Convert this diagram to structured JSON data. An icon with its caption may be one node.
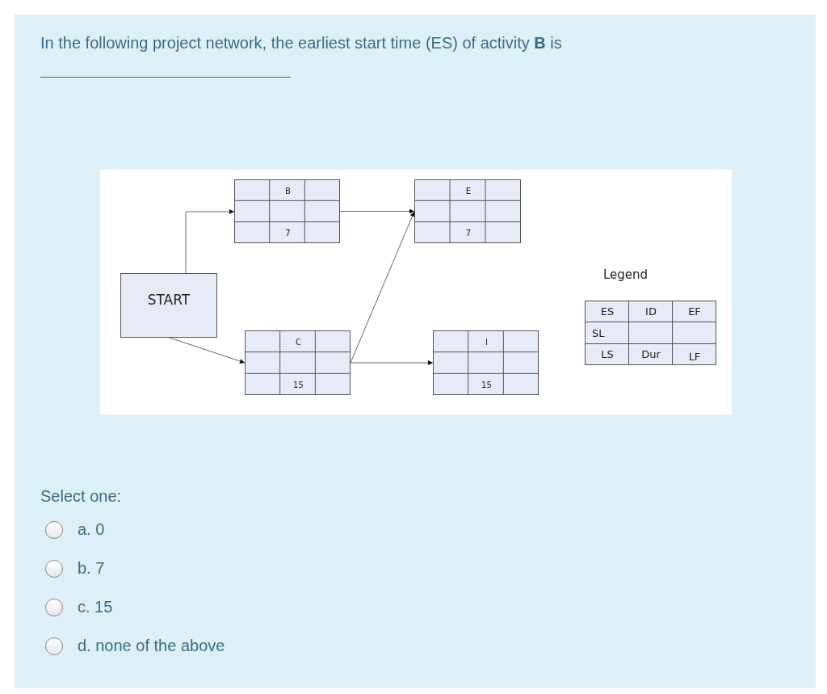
{
  "diagram": {
    "title": "In the following project network, the earliest start time (ES) of activity **B** is",
    "nodes": [
      {
        "text": [
          "START"
        ]
      },
      {
        "text": [
          "B",
          "7"
        ]
      },
      {
        "text": [
          "E",
          "7"
        ]
      },
      {
        "text": [
          "C",
          "15"
        ]
      },
      {
        "text": [
          "I",
          "15"
        ]
      }
    ],
    "edges": [
      {
        "from": 0,
        "to": 1,
        "arrow": "to"
      },
      {
        "from": 0,
        "to": 3,
        "arrow": "to"
      },
      {
        "from": 1,
        "to": 2,
        "arrow": "to"
      },
      {
        "from": 3,
        "to": 2,
        "arrow": "to"
      },
      {
        "from": 3,
        "to": 4,
        "arrow": "to"
      }
    ],
    "labels": [
      "Legend",
      "ES",
      "ID",
      "EF",
      "SL",
      "LS",
      "Dur",
      "LF",
      "Select one:",
      "a. 0",
      "b. 7",
      "c. 15",
      "d. none of the above"
    ]
  }
}
